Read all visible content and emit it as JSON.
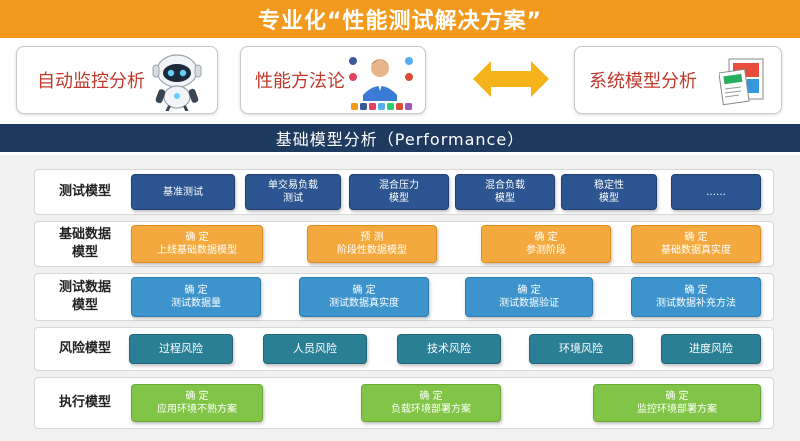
{
  "title": "专业化“性能测试解决方案”",
  "top_boxes": [
    {
      "label": "自动监控分析"
    },
    {
      "label": "性能方法论"
    },
    {
      "label": "系统模型分析"
    }
  ],
  "section_title": "基础模型分析（Performance）",
  "rows": [
    {
      "label_lines": [
        "测试模型"
      ],
      "cells": [
        [
          "基准测试"
        ],
        [
          "单交易负载",
          "测试"
        ],
        [
          "混合压力",
          "模型"
        ],
        [
          "混合负载",
          "模型"
        ],
        [
          "稳定性",
          "模型"
        ],
        [
          "……"
        ]
      ]
    },
    {
      "label_lines": [
        "基础数据",
        "模型"
      ],
      "cells": [
        [
          "确 定",
          "上线基础数据模型"
        ],
        [
          "预 测",
          "阶段性数据模型"
        ],
        [
          "确 定",
          "参测阶段"
        ],
        [
          "确 定",
          "基础数据真实度"
        ]
      ]
    },
    {
      "label_lines": [
        "测试数据",
        "模型"
      ],
      "cells": [
        [
          "确 定",
          "测试数据量"
        ],
        [
          "确 定",
          "测试数据真实度"
        ],
        [
          "确 定",
          "测试数据验证"
        ],
        [
          "确 定",
          "测试数据补充方法"
        ]
      ]
    },
    {
      "label_lines": [
        "风险模型"
      ],
      "cells": [
        [
          "过程风险"
        ],
        [
          "人员风险"
        ],
        [
          "技术风险"
        ],
        [
          "环境风险"
        ],
        [
          "进度风险"
        ]
      ]
    },
    {
      "label_lines": [
        "执行模型"
      ],
      "cells": [
        [
          "确 定",
          "应用环境不熟方案"
        ],
        [
          "确 定",
          "负载环境部署方案"
        ],
        [
          "确 定",
          "监控环境部署方案"
        ]
      ]
    }
  ],
  "colors": {
    "title_bar": "#f39a1e",
    "section_bar": "#1f3a5f",
    "top_label": "#c0392b",
    "row1": "#2c5591",
    "row2": "#f4a93e",
    "row3": "#3d94cc",
    "row4": "#2a7f94",
    "row5": "#82c447"
  },
  "icons": [
    "robot-icon",
    "presenter-with-social-icons",
    "double-arrow-icon",
    "reports-icon"
  ]
}
